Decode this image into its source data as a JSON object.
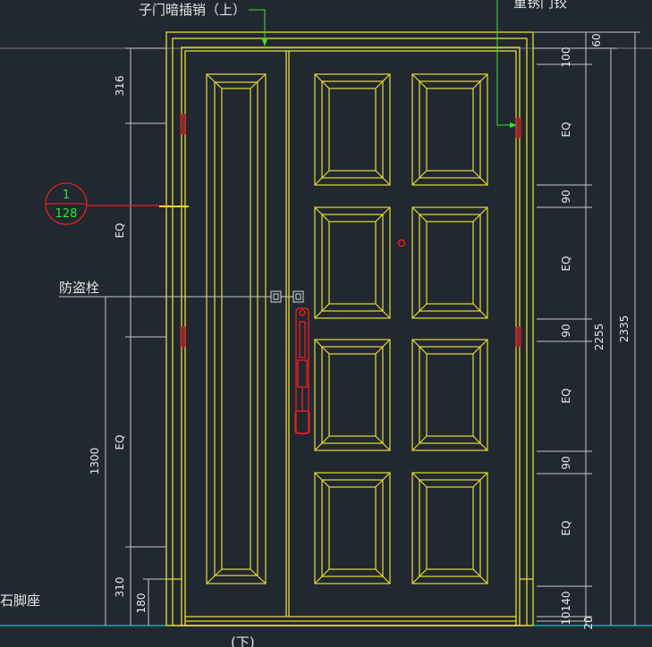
{
  "labels": {
    "top_left": "子门暗插销（上）",
    "top_right": "重锈门铰",
    "anti_theft": "防盗栓",
    "stone_base": "石脚座",
    "bottom": "(下)"
  },
  "section_tag": {
    "top": "1",
    "bottom": "128"
  },
  "dims_left": [
    "316",
    "EQ",
    "EQ",
    "1300",
    "310",
    "180"
  ],
  "dims_right_inner": [
    "60",
    "100",
    "EQ",
    "90",
    "EQ",
    "90",
    "EQ",
    "90",
    "EQ",
    "140",
    "10",
    "20"
  ],
  "dims_right_outer": [
    "2255",
    "2335"
  ],
  "colors": {
    "background": "#212830",
    "door_line": "#e6dc32",
    "dim_line": "#c8c8c8",
    "hardware": "#e61e1e",
    "leader": "#32e632",
    "section_tag": "#e61e1e",
    "floor": "#00c8c8"
  }
}
